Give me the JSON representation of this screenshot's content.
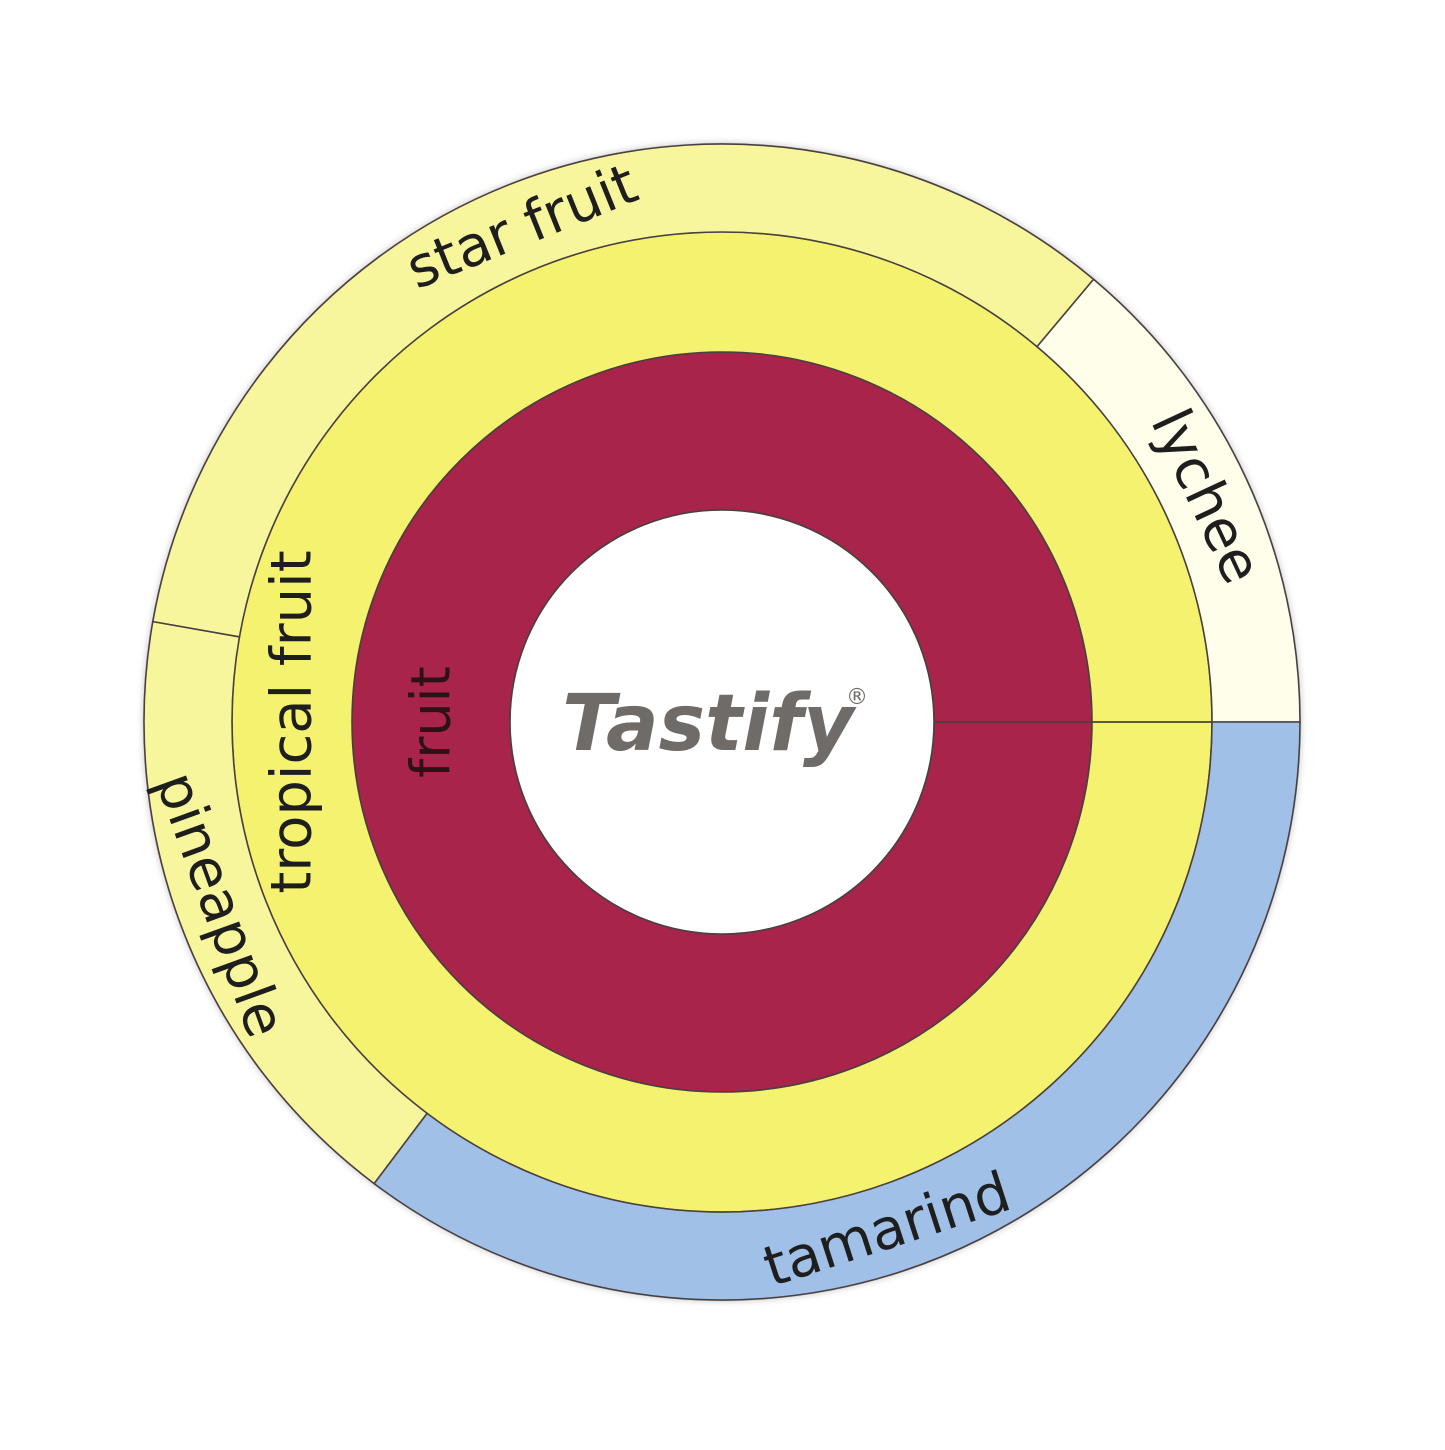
{
  "logo": {
    "brand": "Tastify",
    "registered_mark": "®"
  },
  "wheel": {
    "center_color": "#ffffff",
    "stroke_color": "#4a4040",
    "rings": [
      {
        "level": 1,
        "segments": [
          {
            "label": "fruit",
            "start_deg": 0,
            "end_deg": 360,
            "color": "#a8244a",
            "label_deg": 180
          }
        ]
      },
      {
        "level": 2,
        "segments": [
          {
            "label": "tropical fruit",
            "start_deg": 0,
            "end_deg": 360,
            "color": "#f5f26f",
            "label_deg": 180
          }
        ]
      },
      {
        "level": 3,
        "segments": [
          {
            "label": "lychee",
            "start_deg": 0,
            "end_deg": 50,
            "color": "#fefeea",
            "label_deg": 25
          },
          {
            "label": "star fruit",
            "start_deg": 50,
            "end_deg": 170,
            "color": "#f8f69d",
            "label_deg": 112
          },
          {
            "label": "pineapple",
            "start_deg": 170,
            "end_deg": 233,
            "color": "#f8f69d",
            "label_deg": 200
          },
          {
            "label": "tamarind",
            "start_deg": 233,
            "end_deg": 360,
            "color": "#a0c0e8",
            "label_deg": 288
          }
        ]
      }
    ]
  }
}
